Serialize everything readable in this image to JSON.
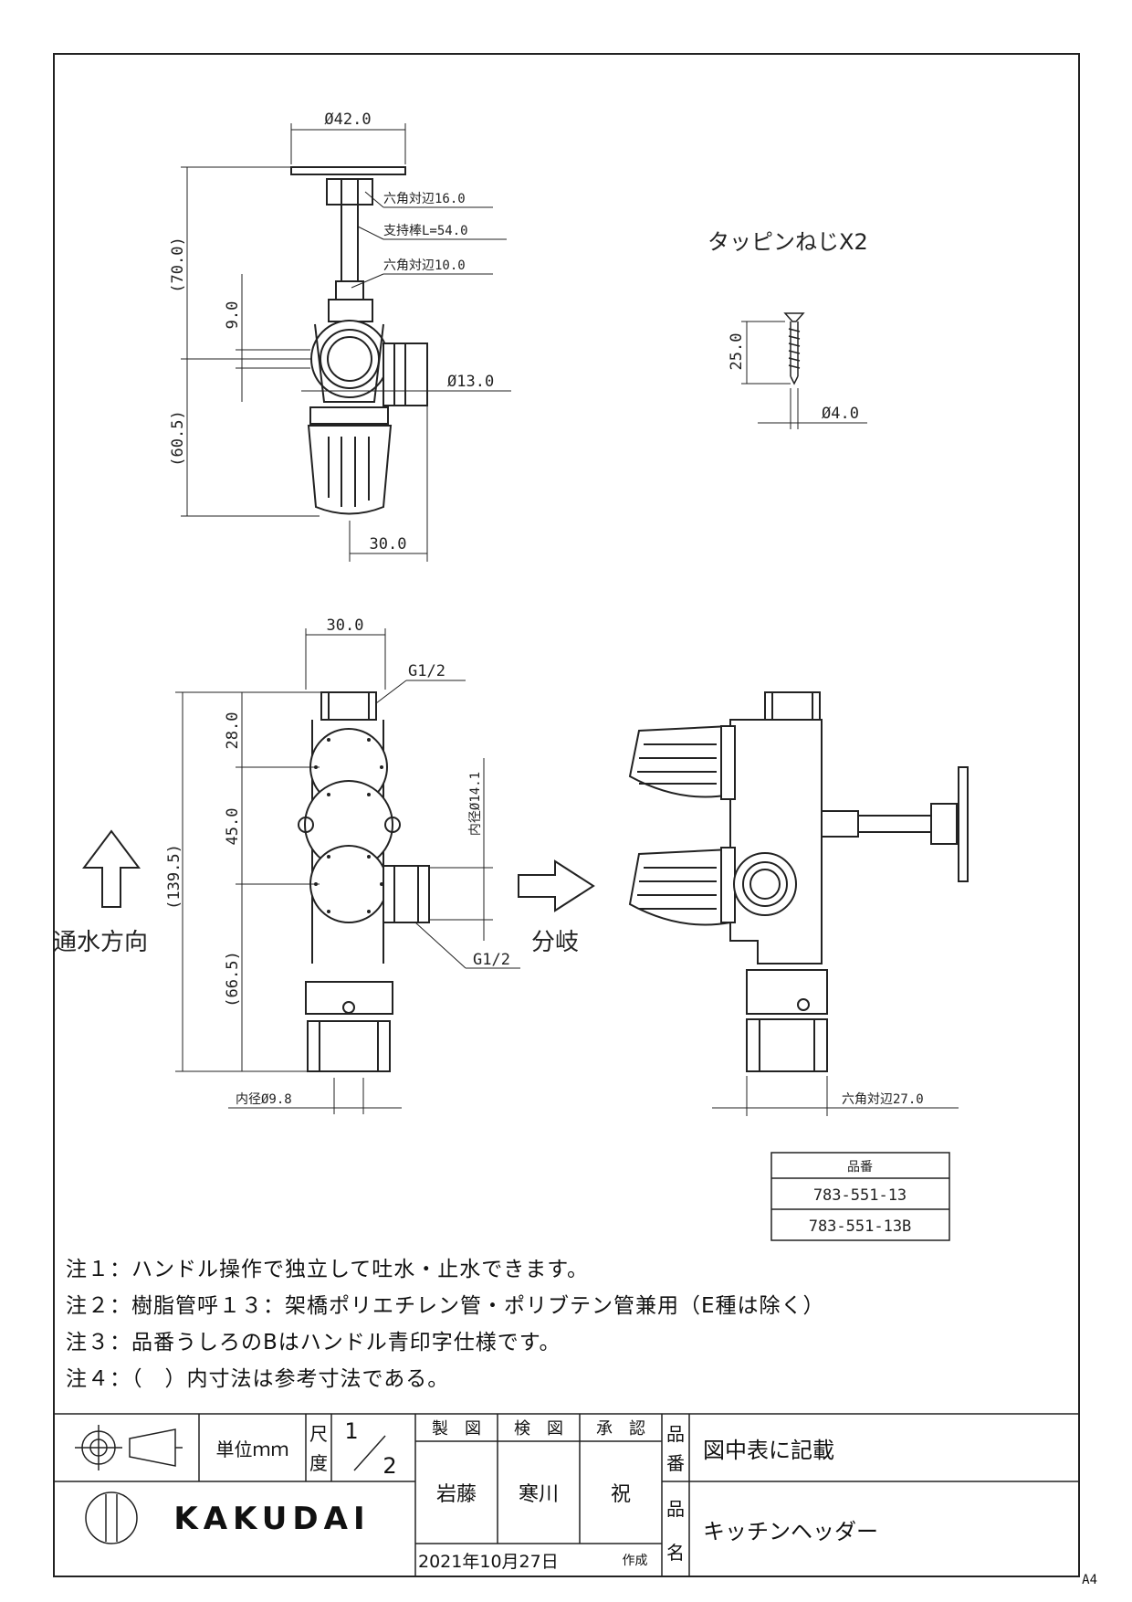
{
  "top_view": {
    "dims": {
      "flange_dia": "Ø42.0",
      "hex16": "六角対辺16.0",
      "rod": "支持棒L=54.0",
      "hex10": "六角対辺10.0",
      "h70": "(70.0)",
      "h9": "9.0",
      "port_dia": "Ø13.0",
      "h60": "(60.5)",
      "w30": "30.0"
    }
  },
  "screw": {
    "label": "タッピンねじX2",
    "len": "25.0",
    "dia": "Ø4.0"
  },
  "front_view": {
    "dims": {
      "w30": "30.0",
      "thread_top": "G1/2",
      "d28": "28.0",
      "d45": "45.0",
      "d139": "(139.5)",
      "d66": "(66.5)",
      "inner141": "内径Ø14.1",
      "thread_side": "G1/2",
      "inner98": "内径Ø9.8"
    },
    "flow_label": "通水方向",
    "branch_label": "分岐"
  },
  "side_view": {
    "hex27": "六角対辺27.0"
  },
  "part_table": {
    "header": "品番",
    "rows": [
      "783-551-13",
      "783-551-13B"
    ]
  },
  "notes": [
    "注１：ハンドル操作で独立して吐水・止水できます。",
    "注２：樹脂管呼１３：架橋ポリエチレン管・ポリブテン管兼用（E種は除く）",
    "注３：品番うしろのBはハンドル青印字仕様です。",
    "注４：（　）内寸法は参考寸法である。"
  ],
  "title_block": {
    "unit": "単位ｍｍ",
    "scale_label_1": "尺",
    "scale_label_2": "度",
    "scale_num": "1",
    "scale_den": "2",
    "made": "製　図",
    "checked": "検　図",
    "approved": "承　認",
    "made_by": "岩藤",
    "checked_by": "寒川",
    "approved_by": "祝",
    "date": "2021年10月27日",
    "date_suffix": "作成",
    "part_no_label_1": "品",
    "part_no_label_2": "番",
    "part_no": "図中表に記載",
    "name_label_1": "品",
    "name_label_2": "名",
    "name": "キッチンヘッダー",
    "brand": "KAKUDAI"
  },
  "sheet_size": "A4"
}
